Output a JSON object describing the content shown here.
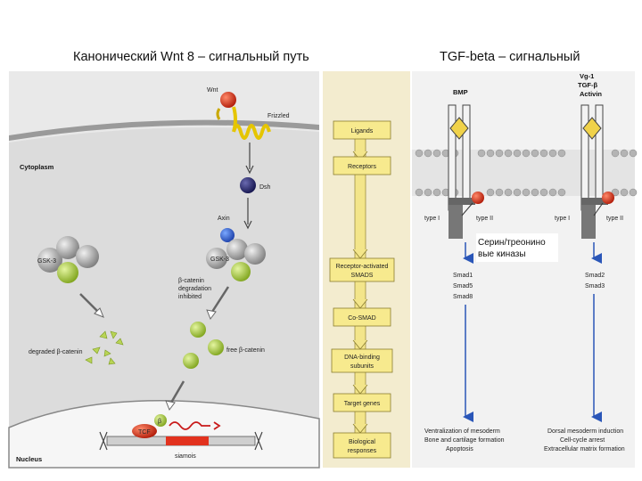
{
  "titles": {
    "left": "Канонический Wnt 8 – сигнальный путь",
    "right": "TGF-beta – сигнальный"
  },
  "wnt": {
    "wnt": "Wnt",
    "frizzled": "Frizzled",
    "cytoplasm": "Cytoplasm",
    "dsh": "Dsh",
    "axin": "Axin",
    "gsk3_left": "GSK-3",
    "gsk3_right": "GSK-3",
    "inhibited": [
      "β-catenin",
      "degradation",
      "inhibited"
    ],
    "degraded": "degraded β-catenin",
    "free": "free β-catenin",
    "tcf": "TCF",
    "beta": "β",
    "siamois": "siamois",
    "nucleus": "Nucleus"
  },
  "flow": {
    "steps": [
      "Ligands",
      "Receptors",
      [
        "Receptor-activated",
        "SMADS"
      ],
      "Co-SMAD",
      [
        "DNA-binding",
        "subunits"
      ],
      "Target genes",
      [
        "Biological",
        "responses"
      ]
    ]
  },
  "tgf": {
    "bmp": "BMP",
    "vg1": [
      "Vg-1",
      "TGF-β",
      "Activin"
    ],
    "type1_left": "type I",
    "type2_left": "type II",
    "type1_right": "type I",
    "type2_right": "type II",
    "kinase_label": [
      "Серин/треонино",
      "вые киназы"
    ],
    "smads_left": [
      "Smad1",
      "Smad5",
      "Smad8"
    ],
    "smads_right": [
      "Smad2",
      "Smad3"
    ],
    "out_left": [
      "Ventralization of mesoderm",
      "Bone and cartilage formation",
      "Apoptosis"
    ],
    "out_right": [
      "Dorsal mesoderm induction",
      "Cell-cycle arrest",
      "Extracellular matrix formation"
    ]
  }
}
